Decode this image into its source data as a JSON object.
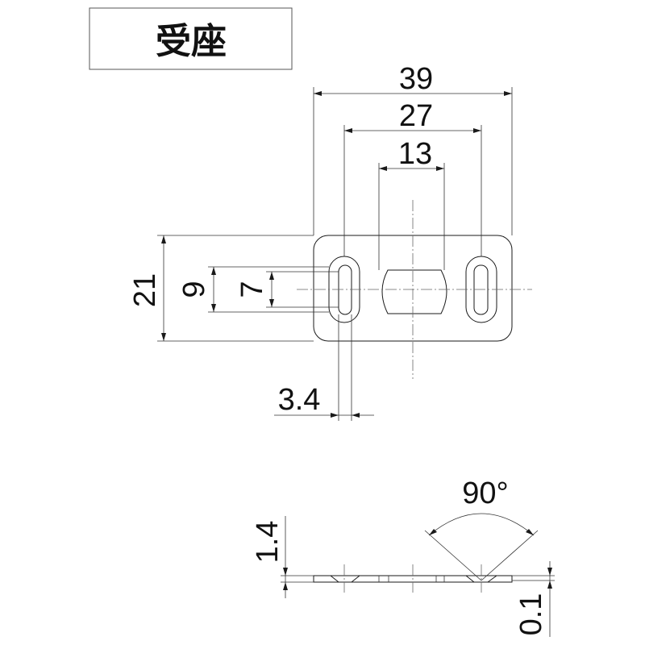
{
  "title": "受座",
  "dimensions": {
    "overall_width": "39",
    "hole_pitch": "27",
    "center_slot_width": "13",
    "overall_height": "21",
    "slot_outer_height": "9",
    "slot_inner_height": "7",
    "slot_width": "3.4",
    "thickness": "1.4",
    "offset": "0.1",
    "angle": "90°"
  }
}
